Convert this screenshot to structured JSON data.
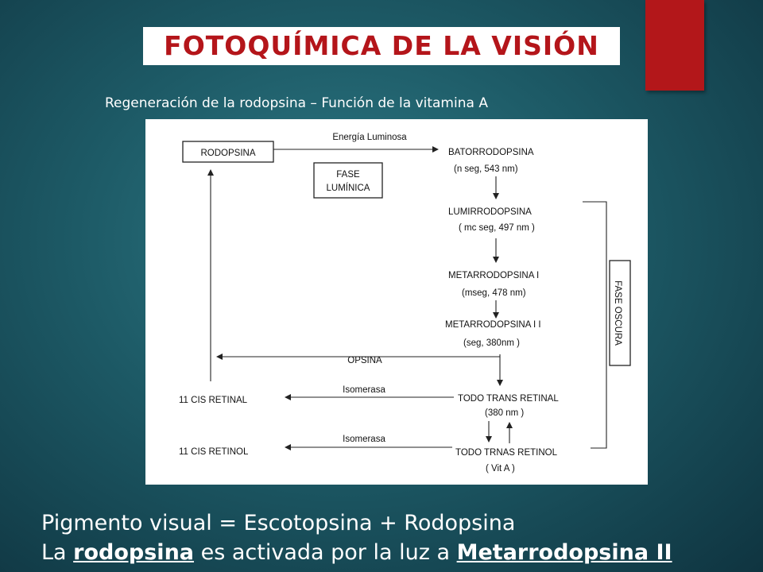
{
  "title": "FOTOQUÍMICA DE LA VISIÓN",
  "subtitle": "Regeneración de la rodopsina – Función de la vitamina A",
  "diagram": {
    "rodopsina": "RODOPSINA",
    "energia": "Energía Luminosa",
    "fase_luminica_1": "FASE",
    "fase_luminica_2": "LUMÍNICA",
    "batorrodopsina": "BATORRODOPSINA",
    "batorrodopsina_sub": "(n seg,  543  nm)",
    "lumirrodopsina": "LUMIRRODOPSINA",
    "lumirrodopsina_sub": "( mc seg,  497 nm )",
    "metarrodopsina_1": "METARRODOPSINA I",
    "metarrodopsina_1_sub": "(mseg,  478  nm)",
    "metarrodopsina_2": "METARRODOPSINA I I",
    "metarrodopsina_2_sub": "(seg,  380nm )",
    "fase_oscura": "FASE  OSCURA",
    "opsina": "OPSINA",
    "isomerasa_1": "Isomerasa",
    "cis_retinal": "11 CIS  RETINAL",
    "todo_trans_retinal": "TODO  TRANS RETINAL",
    "todo_trans_retinal_sub": "(380 nm )",
    "isomerasa_2": "Isomerasa",
    "cis_retinol": "11 CIS  RETINOL",
    "todo_trans_retinol": "TODO TRNAS RETINOL",
    "todo_trans_retinol_sub": "( Vit  A )"
  },
  "bottom": {
    "line1": "Pigmento visual = Escotopsina + Rodopsina",
    "line2_prefix": "La ",
    "line2_rodopsina": "rodopsina",
    "line2_middle": " es activada por la luz a ",
    "line2_metarrodopsina": "Metarrodopsina II"
  },
  "colors": {
    "accent": "#b3171a",
    "title_text": "#b4151a",
    "background": "#1d5a66"
  }
}
